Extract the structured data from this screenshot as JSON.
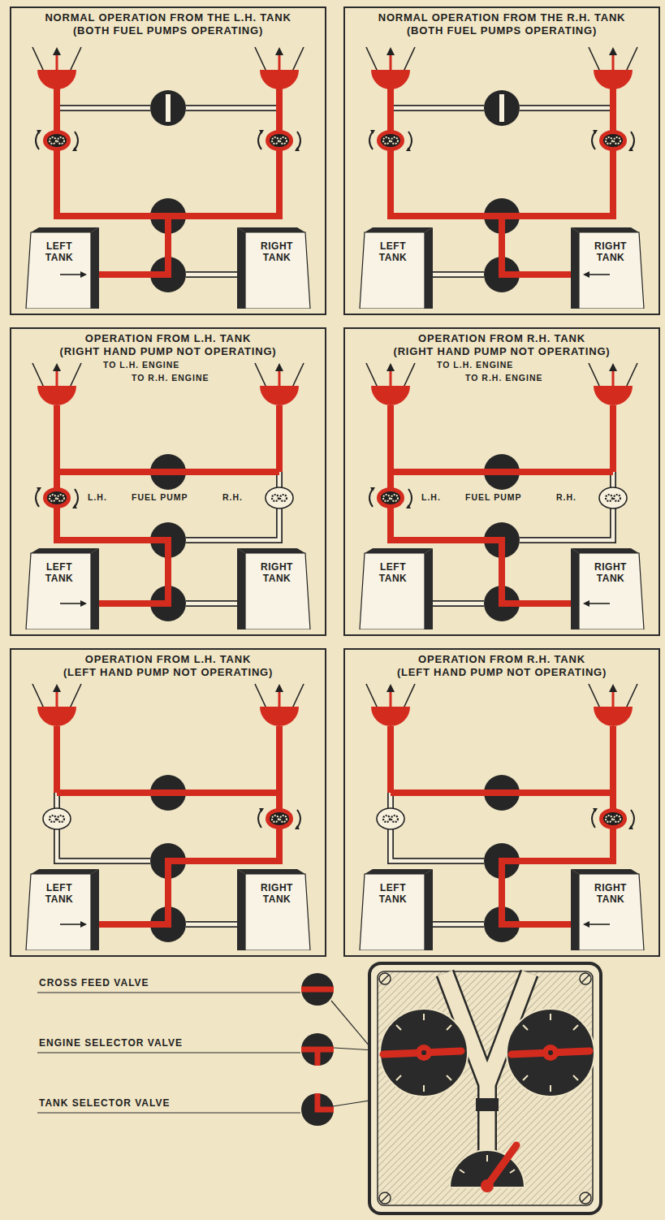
{
  "diagram": {
    "nodes": [
      {
        "text": [
          "NORMAL OPERATION FROM THE L.H. TANK",
          "(BOTH FUEL PUMPS OPERATING)"
        ]
      },
      {
        "text": [
          "LEFT TANK"
        ],
        "in": 0
      },
      {
        "text": [
          "RIGHT TANK"
        ],
        "in": 0
      },
      {
        "text": [
          "NORMAL OPERATION FROM THE R.H. TANK",
          "(BOTH FUEL PUMPS OPERATING)"
        ]
      },
      {
        "text": [
          "LEFT TANK"
        ],
        "in": 3
      },
      {
        "text": [
          "RIGHT TANK"
        ],
        "in": 3
      },
      {
        "text": [
          "OPERATION FROM L.H. TANK",
          "(RIGHT HAND PUMP NOT OPERATING)"
        ]
      },
      {
        "text": [
          "LEFT TANK"
        ],
        "in": 6
      },
      {
        "text": [
          "RIGHT TANK"
        ],
        "in": 6
      },
      {
        "text": [
          "OPERATION FROM R.H. TANK",
          "(RIGHT HAND PUMP NOT OPERATING)"
        ]
      },
      {
        "text": [
          "LEFT TANK"
        ],
        "in": 9
      },
      {
        "text": [
          "RIGHT TANK"
        ],
        "in": 9
      },
      {
        "text": [
          "OPERATION FROM L.H. TANK",
          "(LEFT HAND PUMP NOT OPERATING)"
        ]
      },
      {
        "text": [
          "LEFT TANK"
        ],
        "in": 12
      },
      {
        "text": [
          "RIGHT TANK"
        ],
        "in": 12
      },
      {
        "text": [
          "OPERATION FROM R.H. TANK",
          "(LEFT HAND PUMP NOT OPERATING)"
        ]
      },
      {
        "text": [
          "LEFT TANK"
        ],
        "in": 15
      },
      {
        "text": [
          "RIGHT TANK"
        ],
        "in": 15
      }
    ],
    "labels": [
      "TO L.H. ENGINE",
      "TO R.H. ENGINE",
      "L.H.",
      "FUEL PUMP",
      "R.H.",
      "TO L.H. ENGINE",
      "TO R.H. ENGINE",
      "L.H.",
      "FUEL PUMP",
      "R.H."
    ],
    "legend": [
      {
        "text": "CROSS FEED VALVE"
      },
      {
        "text": "ENGINE SELECTOR VALVE"
      },
      {
        "text": "TANK SELECTOR VALVE"
      }
    ]
  }
}
